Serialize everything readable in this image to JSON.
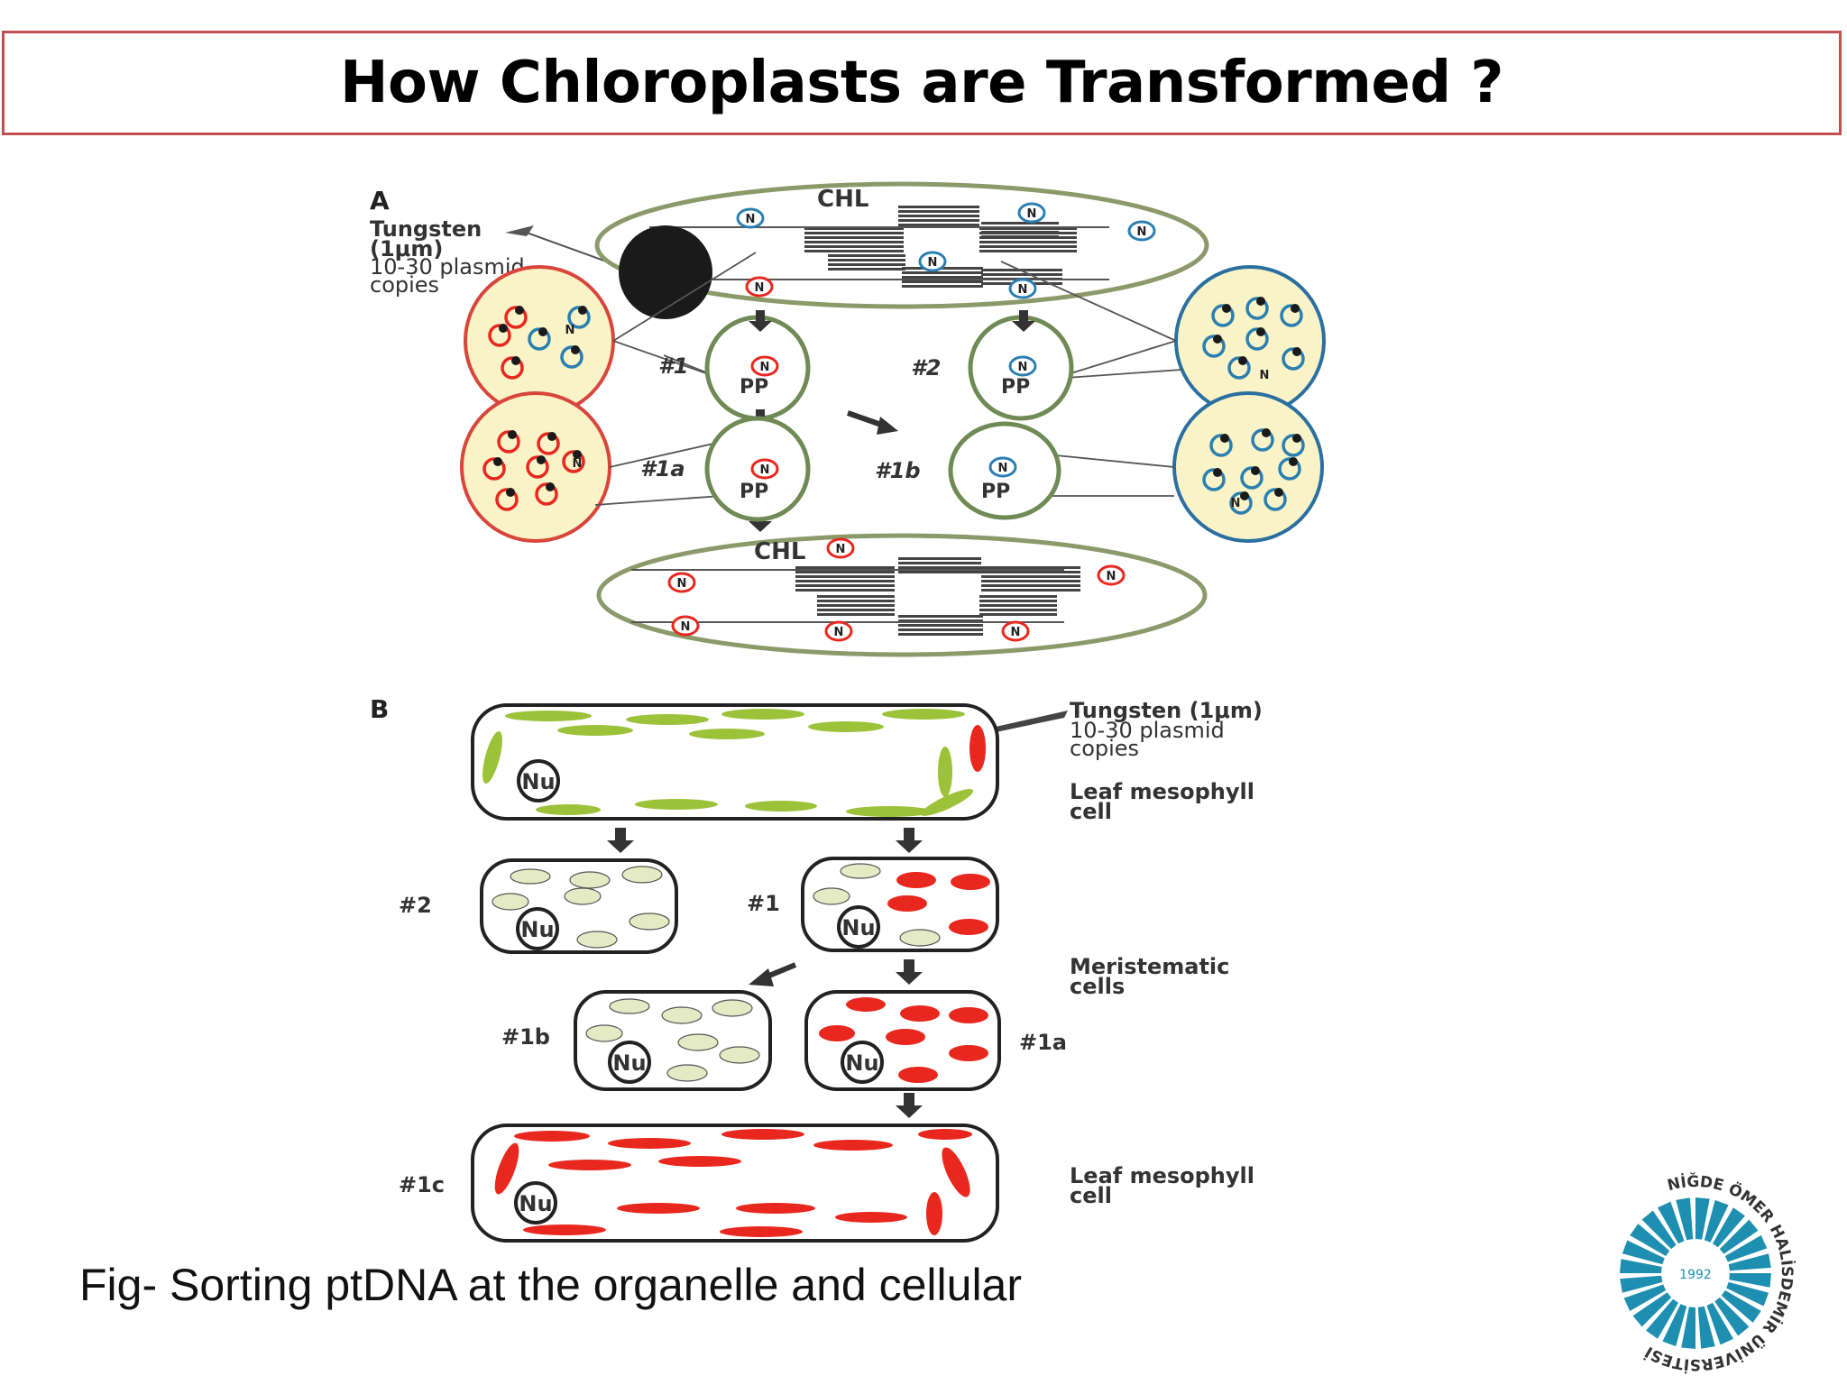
{
  "slide": {
    "title": "How Chloroplasts are Transformed ?",
    "caption": "Fig- Sorting ptDNA at the organelle and cellular"
  },
  "panel_a": {
    "label": "A",
    "tungsten_lines": [
      "Tungsten",
      "(1μm)",
      "10-30 plasmid",
      "copies"
    ],
    "chl_top": "CHL",
    "chl_bottom": "CHL",
    "pp": "PP",
    "nucleoid": "N",
    "ids": {
      "p1": "#1",
      "p2": "#2",
      "p1a": "#1a",
      "p1b": "#1b"
    }
  },
  "panel_b": {
    "label": "B",
    "tungsten_lines": [
      "Tungsten (1μm)",
      "10-30 plasmid",
      "copies"
    ],
    "leaf_top": [
      "Leaf mesophyll",
      "cell"
    ],
    "meristematic": [
      "Meristematic",
      "cells"
    ],
    "leaf_bottom": [
      "Leaf mesophyll",
      "cell"
    ],
    "nucleus": "Nu",
    "ids": {
      "c2": "#2",
      "c1": "#1",
      "c1b": "#1b",
      "c1a": "#1a",
      "c1c": "#1c"
    }
  },
  "logo": {
    "ring_text": "NİĞDE ÖMER HALİSDEMİR ÜNİVERSİTESİ",
    "year": "1992"
  },
  "colors": {
    "title_border": "#c0504d",
    "transformed_red": "#e8281e",
    "wildtype_green": "#9cc23a",
    "pale_plastid": "#e4ebc4",
    "blue_ptdna": "#2a7fb0",
    "logo_blue": "#1e8fb0"
  }
}
